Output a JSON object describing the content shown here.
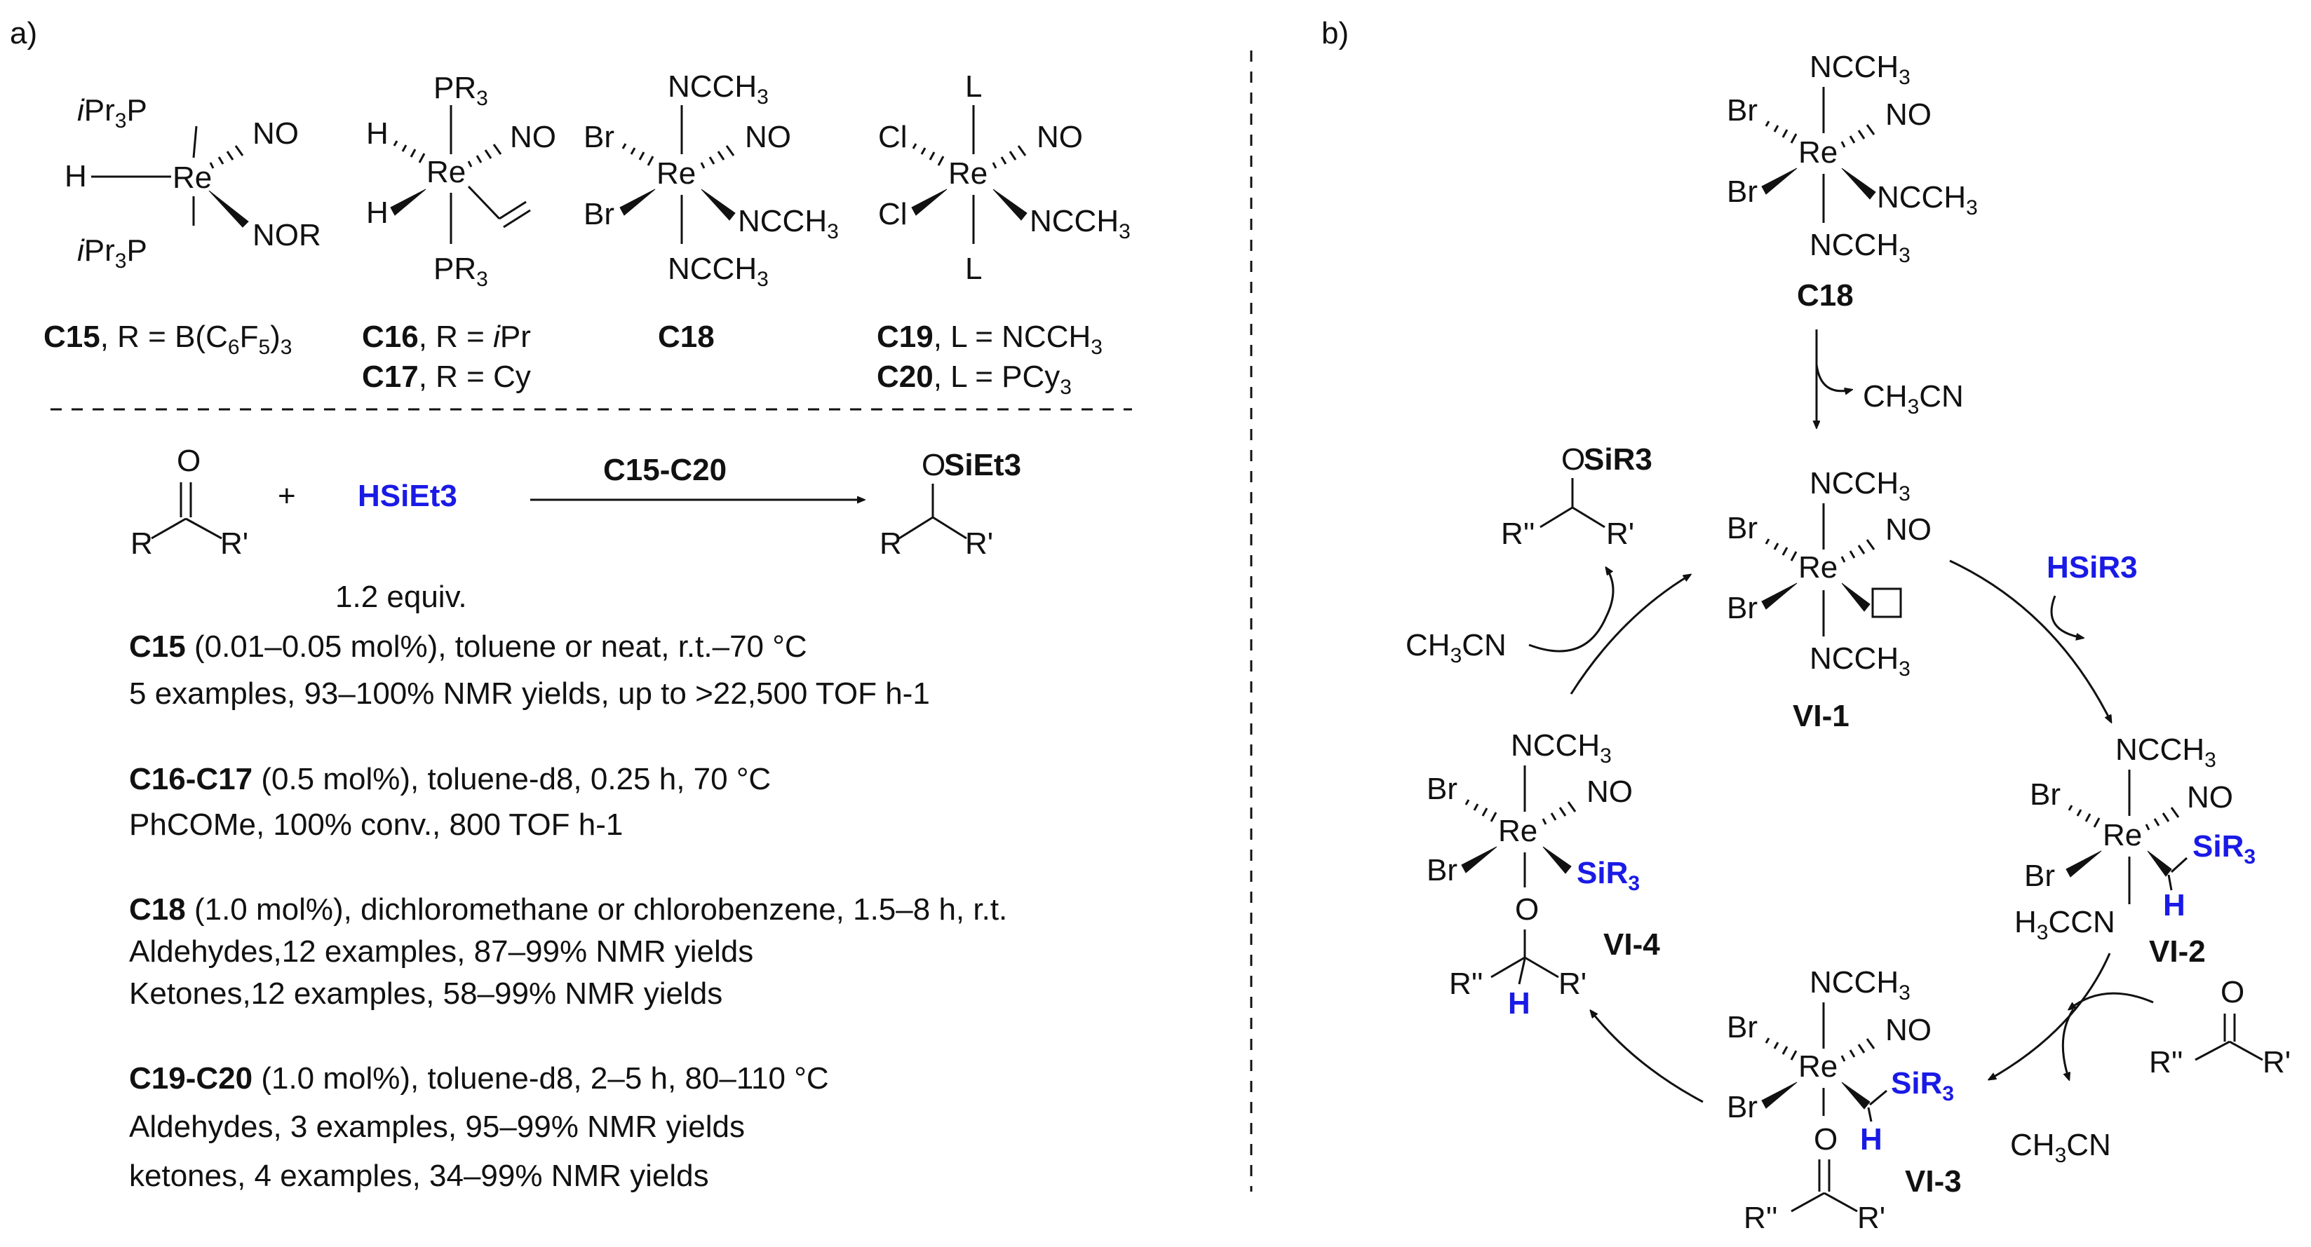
{
  "panel_a": {
    "label": "a)",
    "compounds": [
      {
        "id": "C15",
        "caption": ", R = B(C6F5)3"
      },
      {
        "id": "C16",
        "caption": ", R = iPr"
      },
      {
        "id": "C17",
        "caption": ", R = Cy"
      },
      {
        "id": "C18",
        "caption": ""
      },
      {
        "id": "C19",
        "caption": ", L = NCCH3"
      },
      {
        "id": "C20",
        "caption": ", L = PCy3"
      }
    ],
    "reaction": {
      "reagent": "HSiEt3",
      "catalysts": "C15-C20",
      "equiv": "1.2 equiv.",
      "product_group": "SiEt3"
    },
    "conditions": [
      {
        "cat": "C15",
        "text": " (0.01–0.05 mol%), toluene or neat, r.t.–70 °C",
        "lines": [
          "5 examples, 93–100% NMR yields, up to >22,500 TOF h-1"
        ]
      },
      {
        "cat": "C16-C17",
        "text": " (0.5 mol%), toluene-d8, 0.25 h, 70 °C",
        "lines": [
          "PhCOMe, 100% conv., 800 TOF h-1"
        ]
      },
      {
        "cat": "C18",
        "text": " (1.0 mol%), dichloromethane or chlorobenzene, 1.5–8 h, r.t.",
        "lines": [
          "Aldehydes,12 examples, 87–99% NMR yields",
          "Ketones,12 examples, 58–99% NMR yields"
        ]
      },
      {
        "cat": "C19-C20",
        "text": " (1.0 mol%), toluene-d8, 2–5 h, 80–110 °C",
        "lines": [
          "Aldehydes, 3 examples, 95–99% NMR yields",
          "ketones, 4 examples, 34–99% NMR yields"
        ]
      }
    ]
  },
  "panel_b": {
    "label": "b)",
    "start": "C18",
    "loss": "CH3CN",
    "intermediates": [
      "VI-1",
      "VI-2",
      "VI-3",
      "VI-4"
    ],
    "reagent": "HSiR3",
    "product_group": "SiR3"
  }
}
